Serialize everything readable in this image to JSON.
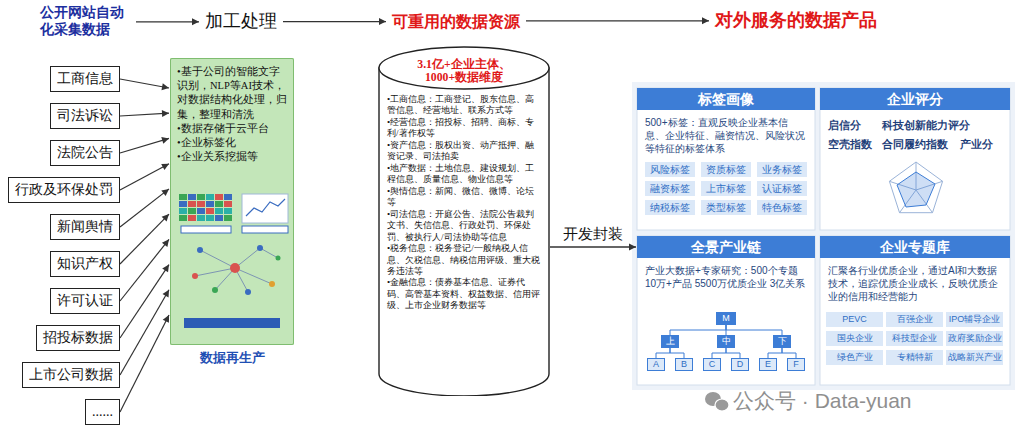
{
  "diagram": {
    "nodes": [
      {
        "text": [
          "公开网站自动化采集数据"
        ]
      },
      {
        "text": [
          "加工处理"
        ]
      },
      {
        "text": [
          "可重用的数据资源"
        ]
      },
      {
        "text": [
          "对外服务的数据产品"
        ]
      },
      {
        "text": [
          "工商信息"
        ]
      },
      {
        "text": [
          "司法诉讼"
        ]
      },
      {
        "text": [
          "法院公告"
        ]
      },
      {
        "text": [
          "行政及环保处罚"
        ]
      },
      {
        "text": [
          "新闻舆情"
        ]
      },
      {
        "text": [
          "知识产权"
        ]
      },
      {
        "text": [
          "许可认证"
        ]
      },
      {
        "text": [
          "招投标数据"
        ]
      },
      {
        "text": [
          "上市公司数据"
        ]
      },
      {
        "text": [
          "......"
        ]
      },
      {
        "text": [
          "•基于公司的智能文字识别，NLP等AI技术，对数据结构化处理，归集，整理和清洗",
          "•数据存储于云平台",
          "•企业标签化",
          "•企业关系挖掘等",
          "数据再生产"
        ]
      },
      {
        "text": [
          "3.1亿+企业主体、1000+数据维度",
          "•工商信息：工商登记、股东信息、高管信息、经营地址、联系方式等",
          "•经营信息：招投标、招聘、商标、专利/著作权等",
          "•资产信息：股权出资、动产抵押、融资记录、司法拍卖",
          "•地产数据：土地信息、建设规划、工程信息、质量信息、物业信息等",
          "•舆情信息：新闻、微信、微博、论坛等",
          "•司法信息：开庭公告、法院公告裁判文书、失信信息、行政处罚、环保处罚、被执行人/司法协助等信息",
          "•税务信息：税务登记/一般纳税人信息、欠税信息、纳税信用评级、重大税务违法等",
          "•金融信息：债券基本信息、证券代码、高管基本资料、权益数据、信用评级、上市企业财务数据等"
        ]
      },
      {
        "text": [
          "标签画像",
          "500+标签：直观反映企业基本信息、企业特征、融资情况、风险状况等特征的标签体系"
        ]
      },
      {
        "text": [
          "风险标签"
        ],
        "in": 16
      },
      {
        "text": [
          "资质标签"
        ],
        "in": 16
      },
      {
        "text": [
          "业务标签"
        ],
        "in": 16
      },
      {
        "text": [
          "融资标签"
        ],
        "in": 16
      },
      {
        "text": [
          "上市标签"
        ],
        "in": 16
      },
      {
        "text": [
          "认证标签"
        ],
        "in": 16
      },
      {
        "text": [
          "纳税标签"
        ],
        "in": 16
      },
      {
        "text": [
          "类型标签"
        ],
        "in": 16
      },
      {
        "text": [
          "特色标签"
        ],
        "in": 16
      },
      {
        "text": [
          "企业评分",
          "启信分",
          "科技创新能力评分",
          "空壳指数",
          "合同履约指数",
          "产业分"
        ]
      },
      {
        "text": [
          "全景产业链",
          "产业大数据+专家研究：500个专题 10万+产品 5500万优质企业 3亿关系"
        ]
      },
      {
        "text": [
          "M"
        ],
        "in": 27
      },
      {
        "text": [
          "上"
        ],
        "in": 27
      },
      {
        "text": [
          "中"
        ],
        "in": 27
      },
      {
        "text": [
          "下"
        ],
        "in": 27
      },
      {
        "text": [
          "A"
        ],
        "in": 27
      },
      {
        "text": [
          "B"
        ],
        "in": 27
      },
      {
        "text": [
          "C"
        ],
        "in": 27
      },
      {
        "text": [
          "D"
        ],
        "in": 27
      },
      {
        "text": [
          "E"
        ],
        "in": 27
      },
      {
        "text": [
          "F"
        ],
        "in": 27
      },
      {
        "text": [
          "企业专题库",
          "汇聚各行业优质企业，通过AI和大数据技术，追踪优质企业成长，反映优质企业的信用和经营能力"
        ]
      },
      {
        "text": [
          "PEVC"
        ],
        "in": 38
      },
      {
        "text": [
          "百强企业"
        ],
        "in": 38
      },
      {
        "text": [
          "IPO辅导企业"
        ],
        "in": 38
      },
      {
        "text": [
          "国央企业"
        ],
        "in": 38
      },
      {
        "text": [
          "科技型企业"
        ],
        "in": 38
      },
      {
        "text": [
          "政府奖励企业"
        ],
        "in": 38
      },
      {
        "text": [
          "绿色产业"
        ],
        "in": 38
      },
      {
        "text": [
          "专精特新"
        ],
        "in": 38
      },
      {
        "text": [
          "战略新兴产业"
        ],
        "in": 38
      }
    ],
    "edges": [
      {
        "from": 0,
        "to": 1,
        "arrow": "to"
      },
      {
        "from": 1,
        "to": 2,
        "arrow": "to"
      },
      {
        "from": 2,
        "to": 3,
        "arrow": "to"
      },
      {
        "from": 4,
        "to": 14,
        "arrow": "to"
      },
      {
        "from": 5,
        "to": 14,
        "arrow": "to"
      },
      {
        "from": 6,
        "to": 14,
        "arrow": "to"
      },
      {
        "from": 7,
        "to": 14,
        "arrow": "to"
      },
      {
        "from": 8,
        "to": 14,
        "arrow": "to"
      },
      {
        "from": 9,
        "to": 14,
        "arrow": "to"
      },
      {
        "from": 10,
        "to": 14,
        "arrow": "to"
      },
      {
        "from": 11,
        "to": 14,
        "arrow": "to"
      },
      {
        "from": 12,
        "to": 14,
        "arrow": "to"
      },
      {
        "from": 13,
        "to": 14,
        "arrow": "to"
      },
      {
        "from": 15,
        "to": 27,
        "label": "开发封装",
        "arrow": "to"
      },
      {
        "from": 28,
        "to": 29,
        "arrow": "none"
      },
      {
        "from": 28,
        "to": 30,
        "arrow": "none"
      },
      {
        "from": 28,
        "to": 31,
        "arrow": "none"
      },
      {
        "from": 29,
        "to": 32,
        "arrow": "none"
      },
      {
        "from": 29,
        "to": 33,
        "arrow": "none"
      },
      {
        "from": 30,
        "to": 34,
        "arrow": "none"
      },
      {
        "from": 30,
        "to": 35,
        "arrow": "none"
      },
      {
        "from": 31,
        "to": 36,
        "arrow": "none"
      },
      {
        "from": 31,
        "to": 37,
        "arrow": "none"
      }
    ],
    "labels": [
      "公众号 · Data-yuan"
    ]
  }
}
